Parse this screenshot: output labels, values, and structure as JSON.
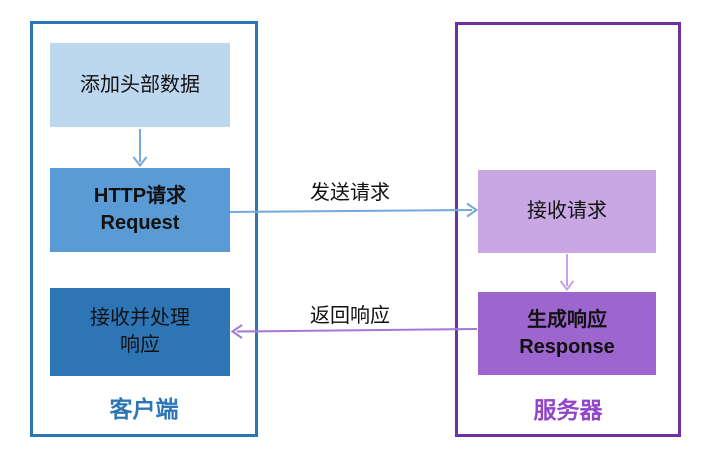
{
  "client": {
    "title": "客户端",
    "steps": [
      {
        "label": "添加头部数据"
      },
      {
        "line1": "HTTP请求",
        "line2": "Request"
      },
      {
        "line1": "接收并处理",
        "line2": "响应"
      }
    ]
  },
  "server": {
    "title": "服务器",
    "steps": [
      {
        "label": "接收请求"
      },
      {
        "line1": "生成响应",
        "line2": "Response"
      }
    ]
  },
  "flows": {
    "send": {
      "label": "发送请求"
    },
    "return": {
      "label": "返回响应"
    }
  },
  "colors": {
    "client_border": "#2E75B6",
    "client_step1_bg": "#BDD7EE",
    "client_step2_bg": "#5B9BD5",
    "client_step3_bg": "#2E75B6",
    "client_title": "#2E75B6",
    "client_flow_arrow": "#74A9DC",
    "server_border": "#7030A0",
    "server_step1_bg": "#C9A7E2",
    "server_step2_bg": "#9C66CE",
    "server_title": "#9245C9",
    "server_flow_arrow": "#C9A0E8",
    "send_arrow": "#74A9DC",
    "return_arrow": "#A678D6"
  }
}
